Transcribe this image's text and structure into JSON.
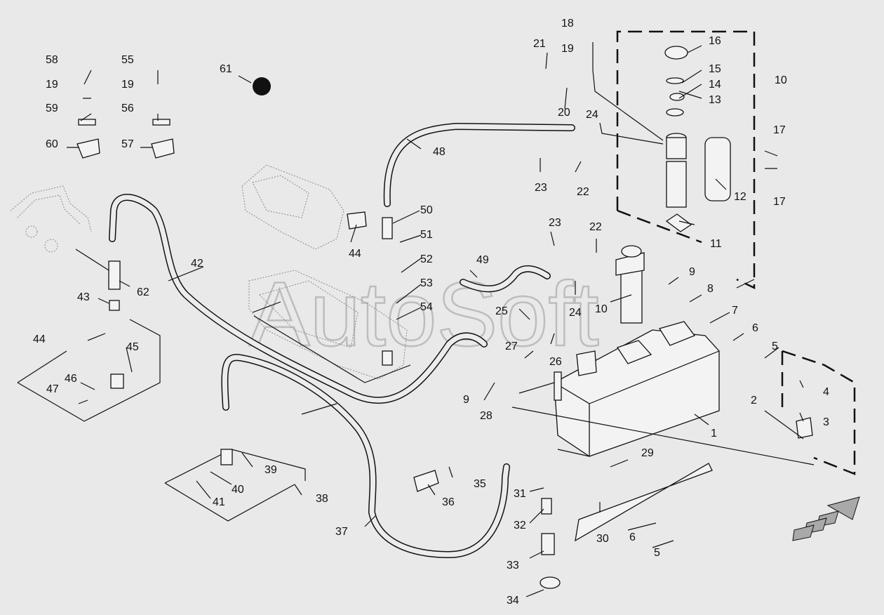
{
  "watermark": "AutoSoft",
  "callouts": [
    "1",
    "2",
    "3",
    "4",
    "5",
    "5",
    "6",
    "6",
    "7",
    "8",
    "9",
    "9",
    "10",
    "10",
    "11",
    "12",
    "13",
    "14",
    "15",
    "16",
    "17",
    "17",
    "18",
    "19",
    "19",
    "19",
    "20",
    "21",
    "22",
    "22",
    "23",
    "23",
    "24",
    "24",
    "25",
    "26",
    "27",
    "28",
    "29",
    "30",
    "31",
    "32",
    "33",
    "34",
    "35",
    "36",
    "37",
    "38",
    "39",
    "40",
    "41",
    "42",
    "43",
    "44",
    "44",
    "45",
    "46",
    "47",
    "48",
    "49",
    "50",
    "51",
    "52",
    "53",
    "54",
    "55",
    "56",
    "57",
    "58",
    "59",
    "60",
    "61",
    "62"
  ],
  "icons": [
    "arrow-indicator-icon"
  ]
}
